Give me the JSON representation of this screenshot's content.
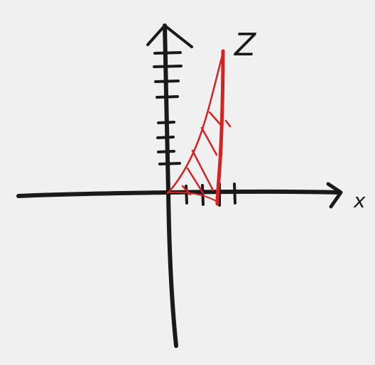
{
  "labels": {
    "x_axis": "x",
    "curve": "Z"
  },
  "colors": {
    "background": "#f0f0f0",
    "axes_ink": "#1a1a1a",
    "curve_ink": "#d52222"
  },
  "axes": {
    "y_tick_count": 8,
    "x_tick_count": 4
  }
}
